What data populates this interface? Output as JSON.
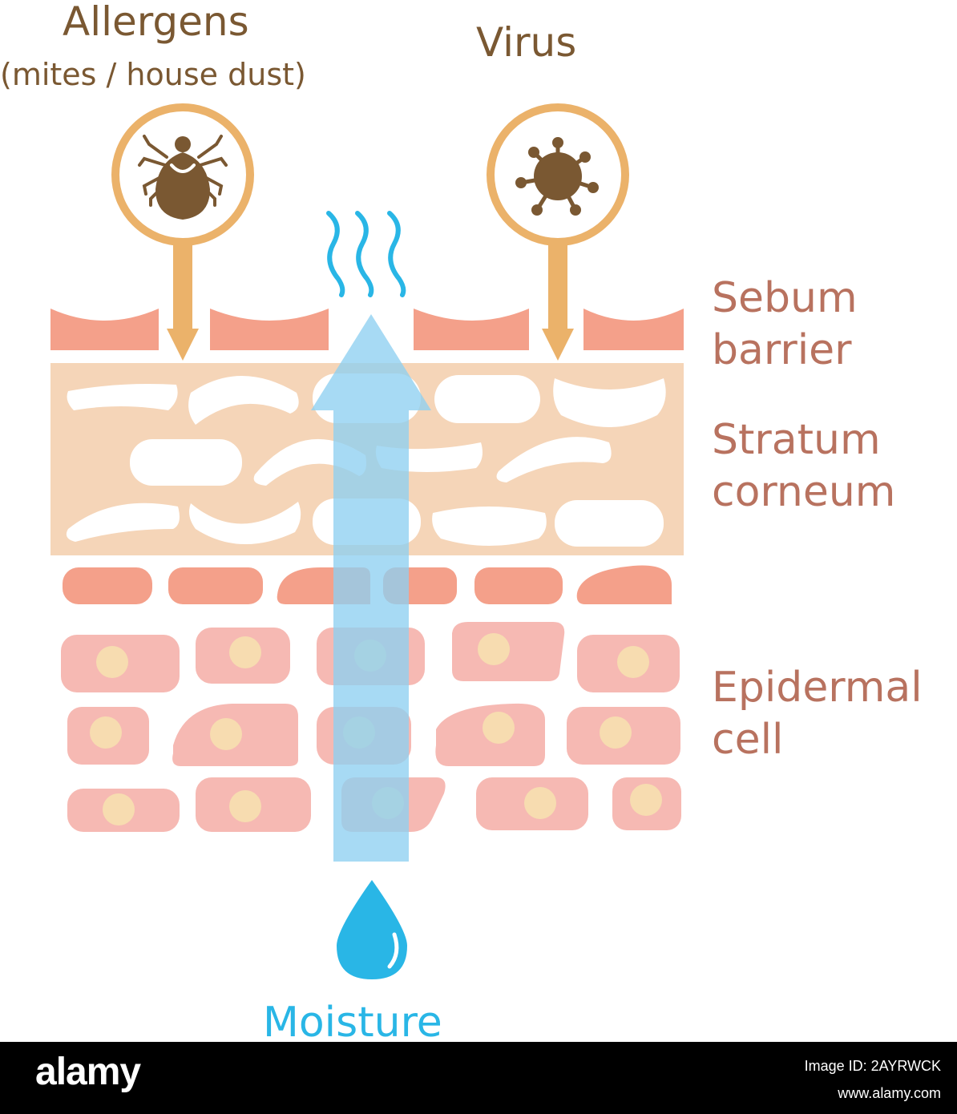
{
  "labels": {
    "allergens": "Allergens",
    "allergens_sub": "(mites / house dust)",
    "virus": "Virus",
    "sebum": "Sebum barrier",
    "stratum": "Stratum corneum",
    "epidermal": "Epidermal cell",
    "moisture": "Moisture"
  },
  "icons": {
    "mite": "mite-icon",
    "virus": "virus-icon",
    "drop": "water-drop-icon",
    "vapor": "vapor-waves-icon"
  },
  "colors": {
    "allergen_text": "#7a5832",
    "layer_text": "#b8725f",
    "moisture": "#29b6e6",
    "badge_ring": "#ebb26a",
    "sebum": "#f4a08a",
    "stratum": "#f5d5b8",
    "epidermal_cell": "#f6b9b3",
    "nucleus": "#f7dcb0",
    "arrow": "#8ed0f1"
  },
  "footer": {
    "logo": "alamy",
    "image_id": "Image ID: 2AYRWCK",
    "url": "www.alamy.com"
  }
}
